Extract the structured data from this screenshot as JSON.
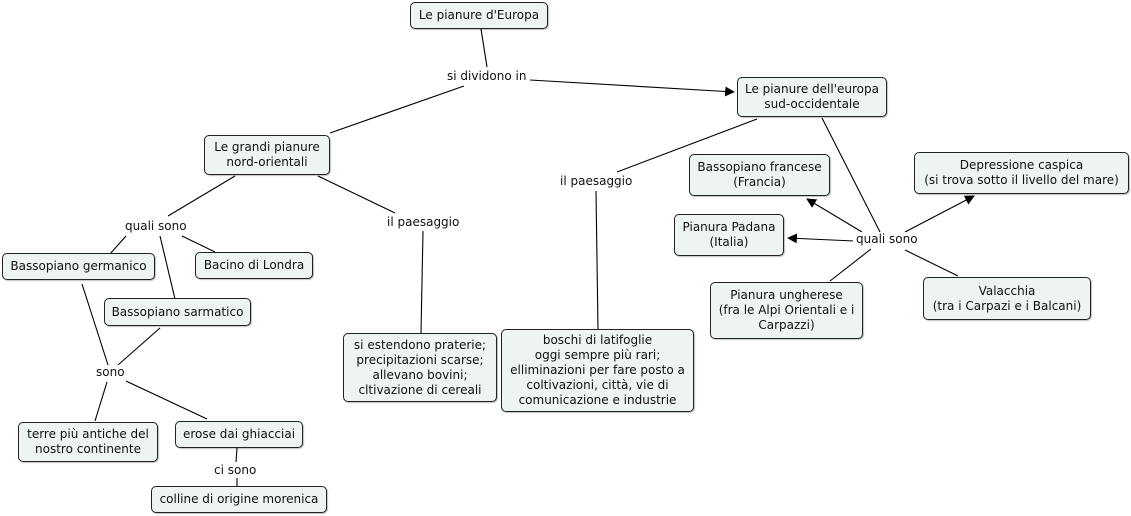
{
  "concepts": {
    "root": "Le pianure d'Europa",
    "nordorientali": "Le grandi pianure\nnord-orientali",
    "sudoccidentale": "Le pianure dell'europa\nsud-occidentale",
    "germanico": "Bassopiano germanico",
    "londra": "Bacino di Londra",
    "sarmatico": "Bassopiano sarmatico",
    "terre": "terre più antiche del\nnostro continente",
    "erose": "erose dai ghiacciai",
    "colline": "colline di origine morenica",
    "praterie": "si estendono praterie;\nprecipitazioni scarse;\nallevano bovini;\ncltivazione di cereali",
    "boschi": "boschi di latifoglie\noggi sempre più rari;\nelliminazioni per fare posto a\ncoltivazioni, città, vie di\ncomunicazione e industrie",
    "francese": "Bassopiano francese\n(Francia)",
    "padana": "Pianura Padana\n(Italia)",
    "caspica": "Depressione caspica\n(si trova sotto il livello del mare)",
    "ungherese": "Pianura ungherese\n(fra le Alpi Orientali e i\nCarpazzi)",
    "valacchia": "Valacchia\n(tra i Carpazi e i Balcani)"
  },
  "links": {
    "si_dividono_in": "si dividono in",
    "quali_sono_left": "quali sono",
    "paesaggio_left": "il paesaggio",
    "sono": "sono",
    "ci_sono": "ci sono",
    "paesaggio_right": "il paesaggio",
    "quali_sono_right": "quali sono"
  },
  "colors": {
    "node_fill": "#eef3f4",
    "node_border": "#222222",
    "line": "#000000"
  }
}
